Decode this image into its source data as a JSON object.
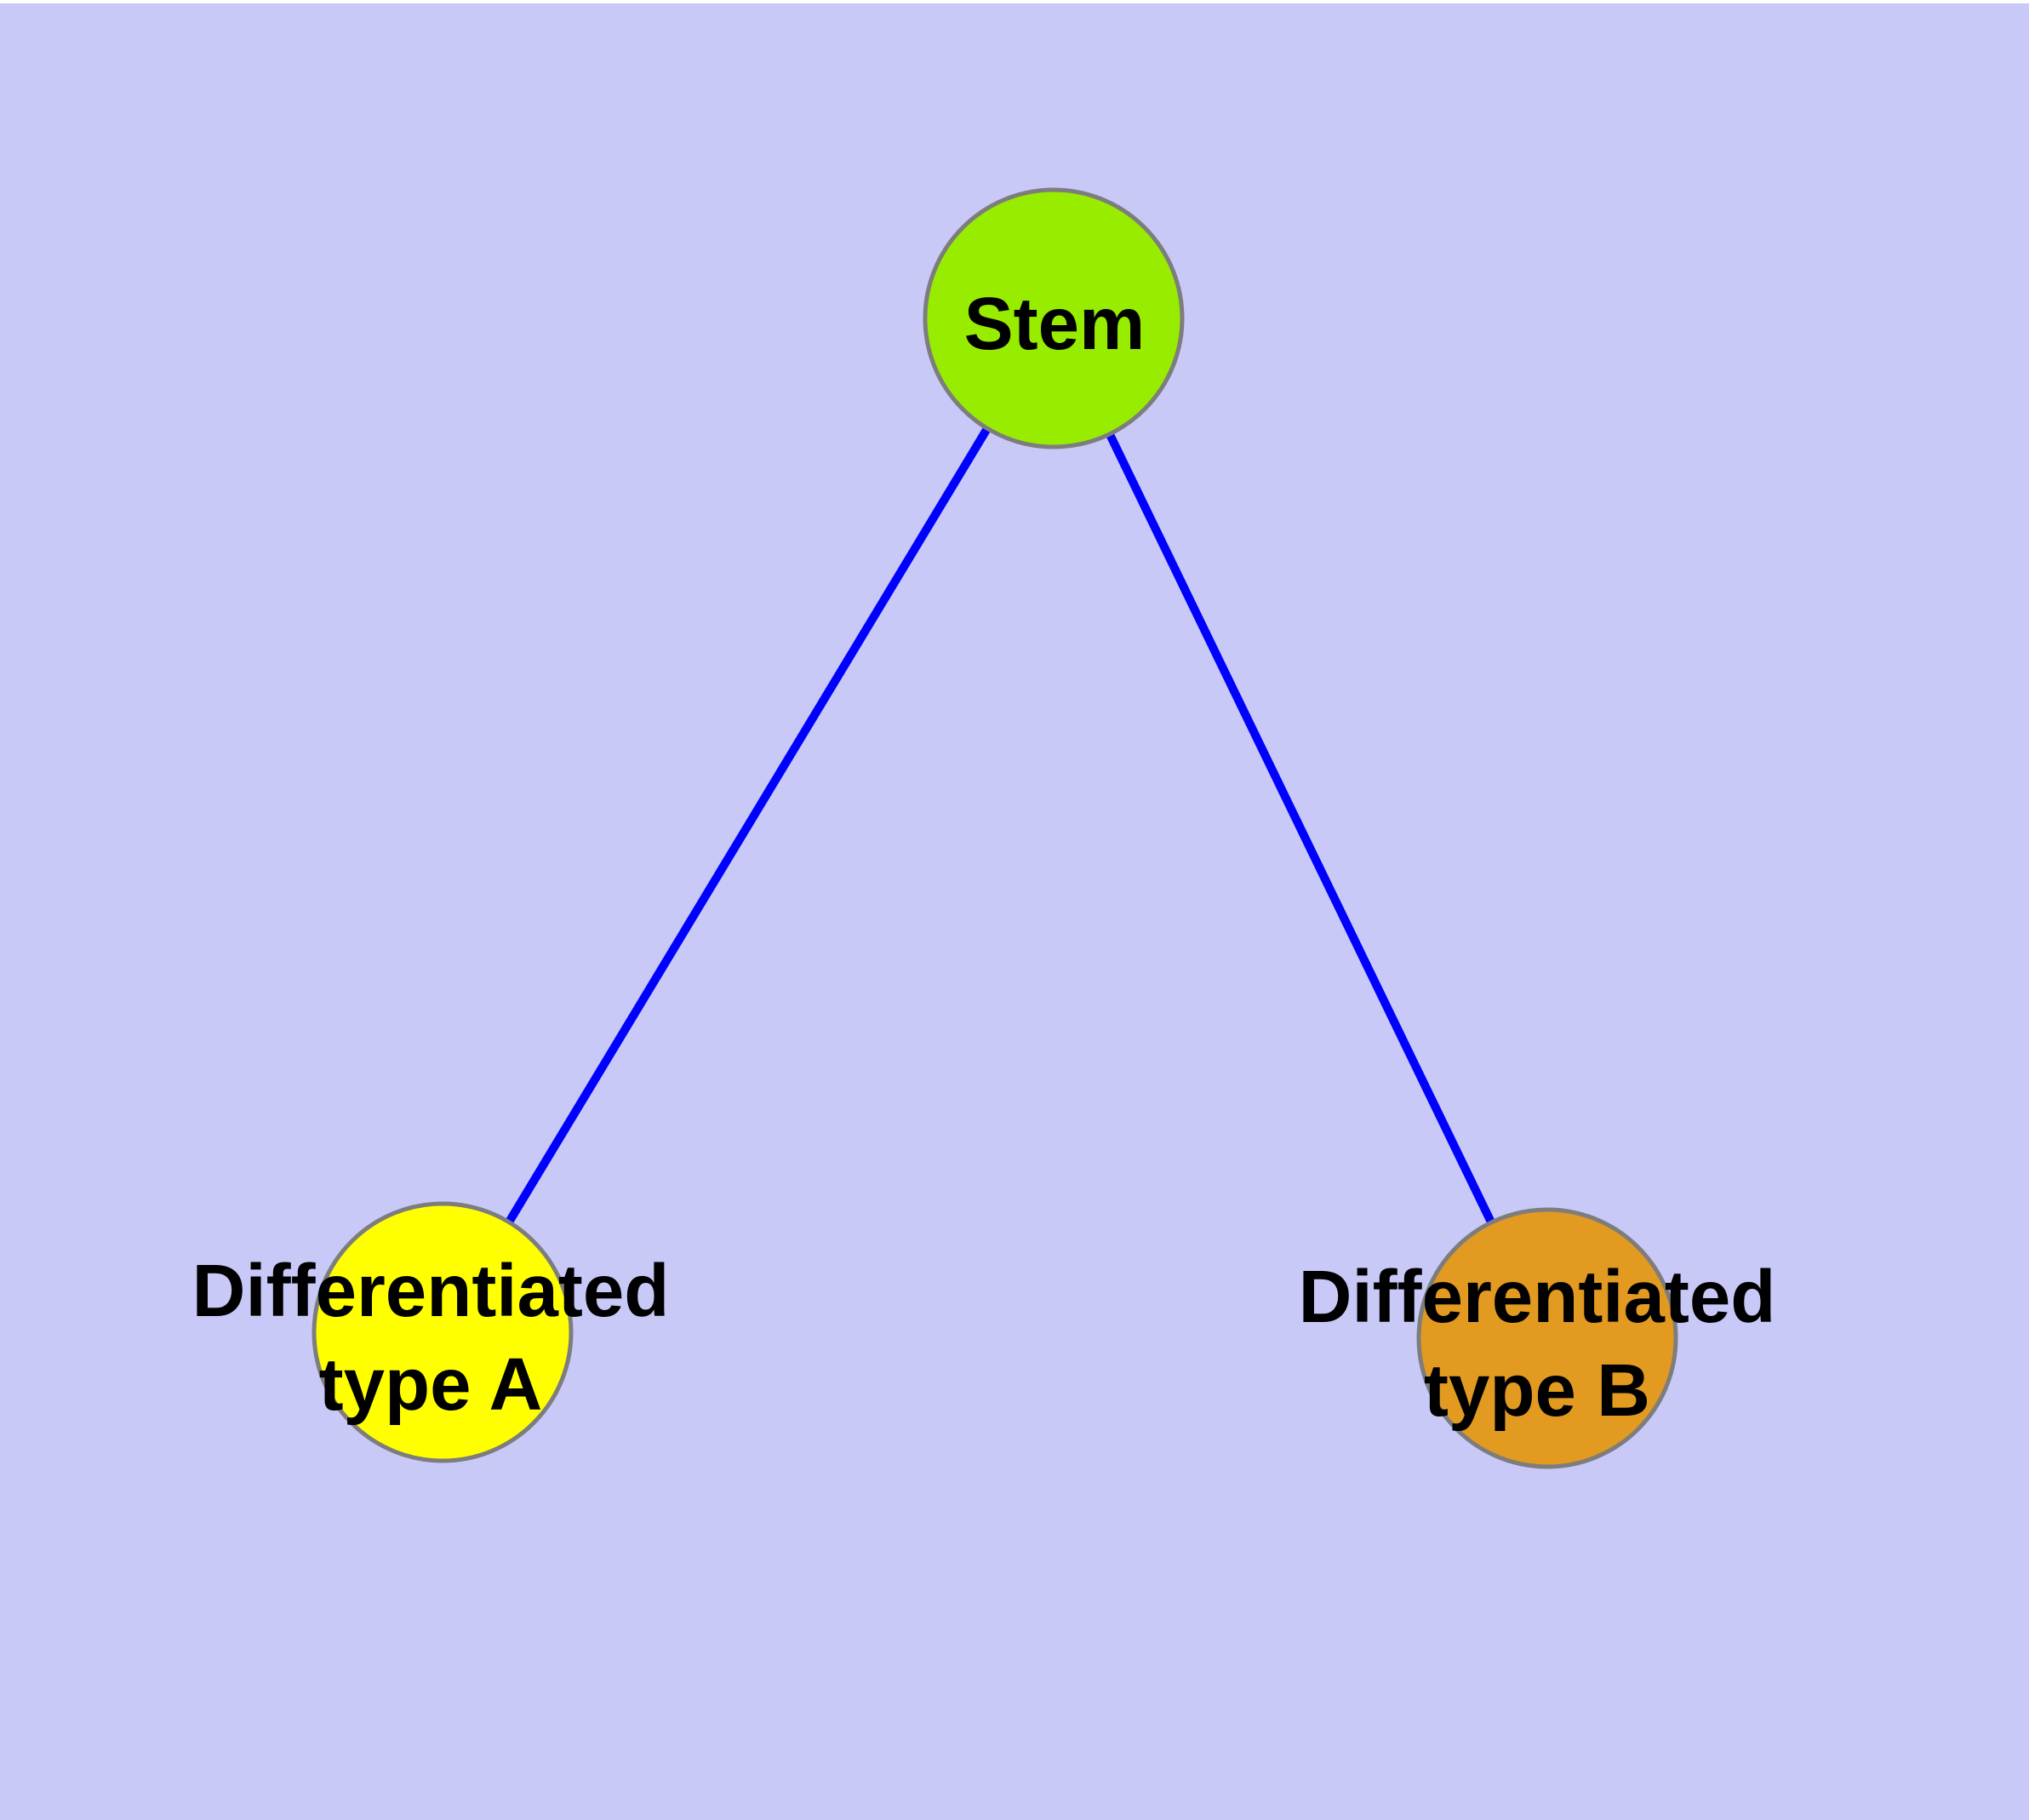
{
  "diagram": {
    "type": "node-link-graph",
    "background_color": "#C9C9F8",
    "top_margin_color": "#FFFFFF",
    "edge_color": "#0000FF",
    "node_border_color": "#7D7D7D",
    "label_color": "#000000",
    "nodes": {
      "stem": {
        "label": "Stem",
        "fill": "#98EC00"
      },
      "type_a": {
        "label": "Differentiated type A",
        "label_line1": "Differentiated",
        "label_line2": "type A",
        "fill": "#FFFF00"
      },
      "type_b": {
        "label": "Differentiated type B",
        "label_line1": "Differentiated",
        "label_line2": "type B",
        "fill": "#E29A20"
      }
    },
    "edges": [
      {
        "from": "Stem",
        "to": "Differentiated type A"
      },
      {
        "from": "Stem",
        "to": "Differentiated type B"
      }
    ]
  }
}
